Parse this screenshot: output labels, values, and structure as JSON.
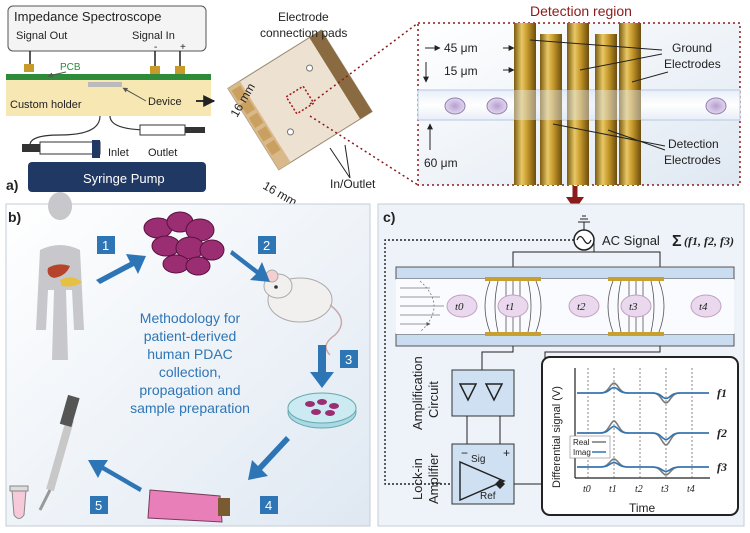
{
  "panel_a": {
    "label": "a)",
    "spectroscope": {
      "title": "Impedance Spectroscope",
      "signal_out": "Signal Out",
      "signal_in": "Signal In",
      "minus": "-",
      "plus": "+"
    },
    "pcb": "PCB",
    "custom_holder": "Custom holder",
    "device": "Device",
    "inlet": "Inlet",
    "outlet": "Outlet",
    "syringe_pump": "Syringe Pump",
    "connection_pads": [
      "Electrode",
      "connection pads"
    ],
    "dim_left": "16 mm",
    "dim_bottom": "16 mm",
    "in_outlet": "In/Outlet",
    "detection_region": "Detection region",
    "dim_45": "45 μm",
    "dim_15": "15 μm",
    "dim_60": "60 μm",
    "ground_electrodes": [
      "Ground",
      "Electrodes"
    ],
    "detection_electrodes": [
      "Detection",
      "Electrodes"
    ]
  },
  "panel_b": {
    "label": "b)",
    "steps": [
      "1",
      "2",
      "3",
      "4",
      "5"
    ],
    "methodology": [
      "Methodology for",
      "patient-derived",
      "human PDAC",
      "collection,",
      "propagation and",
      "sample preparation"
    ]
  },
  "panel_c": {
    "label": "c)",
    "ac_signal": "AC Signal",
    "sigma": "Σ",
    "freq_args": "(f1, f2, f3)",
    "times": [
      "t0",
      "t1",
      "t2",
      "t3",
      "t4"
    ],
    "amplification": [
      "Amplification",
      "Circuit"
    ],
    "lockin": [
      "Lock-in",
      "Amplifier"
    ],
    "sig": "Sig",
    "ref": "Ref",
    "minus": "−",
    "plus": "+"
  },
  "chart_data": {
    "type": "line",
    "xlabel": "Time",
    "ylabel": "Differential signal (V)",
    "x_ticks": [
      "t0",
      "t1",
      "t2",
      "t3",
      "t4"
    ],
    "series_labels": [
      "f1",
      "f2",
      "f3"
    ],
    "legend": [
      "Real",
      "Imag"
    ]
  },
  "colors": {
    "arrow_blue": "#2e75b6",
    "dark_red": "#8b1a1a",
    "pump_navy": "#1f3864",
    "gold": "#c8a032",
    "cell_purple": "#8e2a6a"
  }
}
